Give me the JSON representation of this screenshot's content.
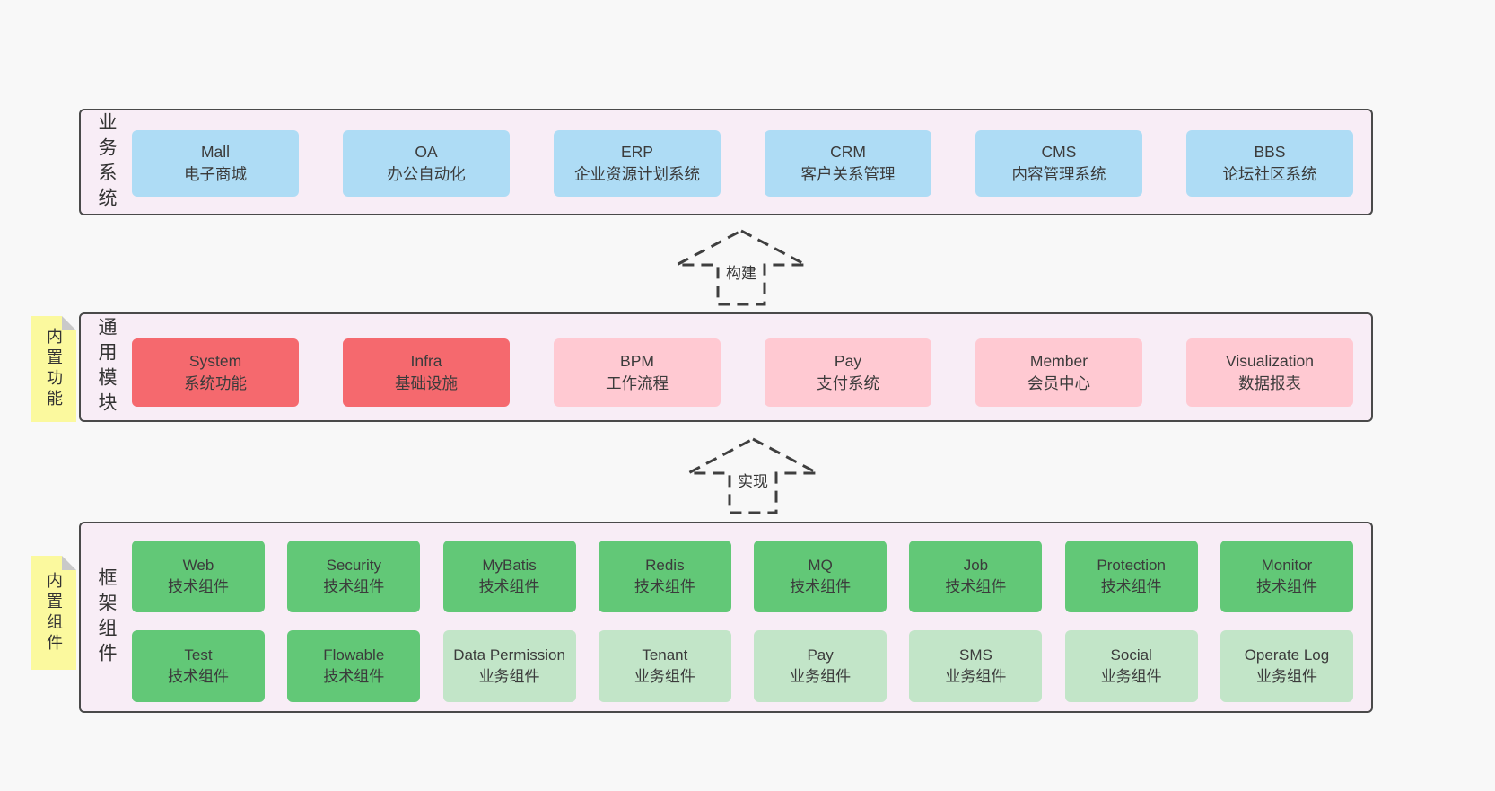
{
  "colors": {
    "page_bg": "#f8f8f8",
    "layer_bg": "#f8edf6",
    "layer_border": "#4a4a4a",
    "blue": "#aedcf5",
    "red": "#f5696e",
    "pink": "#ffc9d2",
    "green": "#62c877",
    "light_green": "#c2e5c8",
    "sticky_yellow": "#fbf99e"
  },
  "arrows": {
    "build": "构建",
    "implement": "实现"
  },
  "layers": {
    "business": {
      "label": "业务系统",
      "boxes": [
        {
          "en": "Mall",
          "zh": "电子商城"
        },
        {
          "en": "OA",
          "zh": "办公自动化"
        },
        {
          "en": "ERP",
          "zh": "企业资源计划系统"
        },
        {
          "en": "CRM",
          "zh": "客户关系管理"
        },
        {
          "en": "CMS",
          "zh": "内容管理系统"
        },
        {
          "en": "BBS",
          "zh": "论坛社区系统"
        }
      ]
    },
    "modules": {
      "label": "通用模块",
      "sticky": "内置功能",
      "boxes": [
        {
          "en": "System",
          "zh": "系统功能"
        },
        {
          "en": "Infra",
          "zh": "基础设施"
        },
        {
          "en": "BPM",
          "zh": "工作流程"
        },
        {
          "en": "Pay",
          "zh": "支付系统"
        },
        {
          "en": "Member",
          "zh": "会员中心"
        },
        {
          "en": "Visualization",
          "zh": "数据报表"
        }
      ]
    },
    "framework": {
      "label": "框架组件",
      "sticky": "内置组件",
      "row1": [
        {
          "en": "Web",
          "zh": "技术组件"
        },
        {
          "en": "Security",
          "zh": "技术组件"
        },
        {
          "en": "MyBatis",
          "zh": "技术组件"
        },
        {
          "en": "Redis",
          "zh": "技术组件"
        },
        {
          "en": "MQ",
          "zh": "技术组件"
        },
        {
          "en": "Job",
          "zh": "技术组件"
        },
        {
          "en": "Protection",
          "zh": "技术组件"
        },
        {
          "en": "Monitor",
          "zh": "技术组件"
        }
      ],
      "row2": [
        {
          "en": "Test",
          "zh": "技术组件"
        },
        {
          "en": "Flowable",
          "zh": "技术组件"
        },
        {
          "en": "Data Permission",
          "zh": "业务组件"
        },
        {
          "en": "Tenant",
          "zh": "业务组件"
        },
        {
          "en": "Pay",
          "zh": "业务组件"
        },
        {
          "en": "SMS",
          "zh": "业务组件"
        },
        {
          "en": "Social",
          "zh": "业务组件"
        },
        {
          "en": "Operate Log",
          "zh": "业务组件"
        }
      ]
    }
  }
}
